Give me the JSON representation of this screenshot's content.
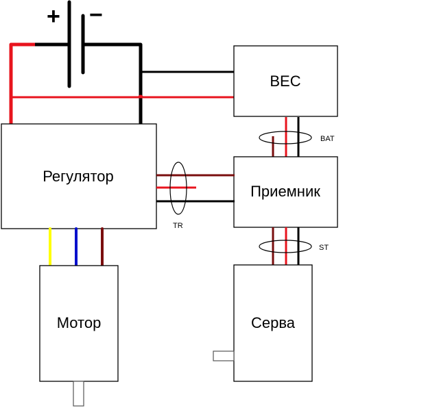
{
  "diagram": {
    "battery": {
      "plus_label": "+",
      "minus_label": "−"
    },
    "blocks": {
      "bec": "BEC",
      "regulator": "Регулятор",
      "receiver": "Приемник",
      "motor": "Мотор",
      "servo": "Серва"
    },
    "cable_labels": {
      "bat": "BAT",
      "tr": "TR",
      "st": "ST"
    },
    "colors": {
      "power_positive": "#e8141e",
      "ground": "#000000",
      "signal": "#7a0e0e",
      "motor_phase_a": "#ffff00",
      "motor_phase_b": "#0010cc",
      "motor_phase_c": "#7a0e0e"
    }
  }
}
